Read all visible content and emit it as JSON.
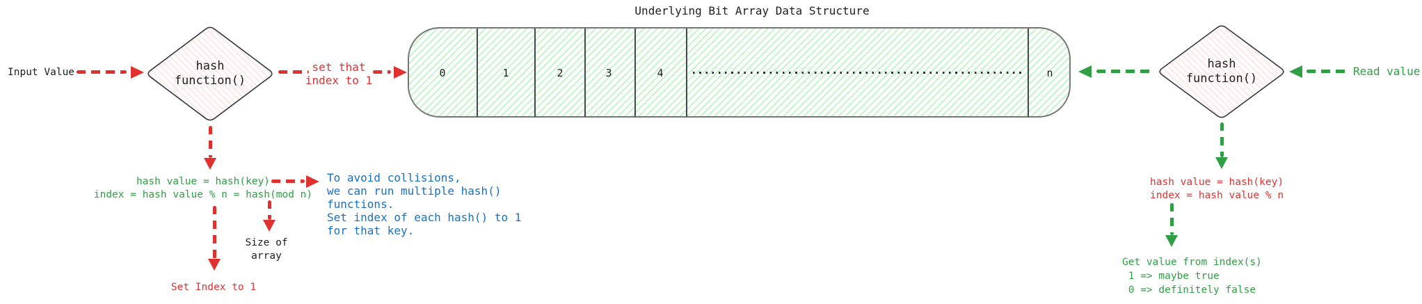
{
  "title": "Underlying Bit Array Data Structure",
  "palette": {
    "arrow_red": "#e03131",
    "arrow_green": "#2f9e44",
    "note_blue": "#1971c2",
    "ink": "#1e1e1e",
    "array_hatch_green": "#b2f2bb",
    "diamond_hatch_pink": "#ffc9c9"
  },
  "left_flow": {
    "input_label": "Input Value",
    "diamond_label": [
      "hash",
      "function()"
    ],
    "set_that_label": [
      "set that",
      "index to 1"
    ],
    "hash_code": [
      "hash value = hash(key)",
      "index = hash value % n = hash(mod n)"
    ],
    "collision_note": [
      "To avoid collisions,",
      "we can run multiple hash()",
      "functions.",
      "Set index of each hash() to 1",
      "for that key."
    ],
    "size_of_array_label": [
      "Size of",
      "array"
    ],
    "set_index_label": "Set Index to 1"
  },
  "bit_array": {
    "cells": [
      "0",
      "1",
      "2",
      "3",
      "4"
    ],
    "last_cell": "n"
  },
  "right_flow": {
    "read_label": "Read value",
    "diamond_label": [
      "hash",
      "function()"
    ],
    "hash_code": [
      "hash value = hash(key)",
      "index = hash value % n"
    ],
    "result_note": [
      "Get value from index(s)",
      " 1 => maybe true",
      " 0 => definitely false"
    ]
  }
}
